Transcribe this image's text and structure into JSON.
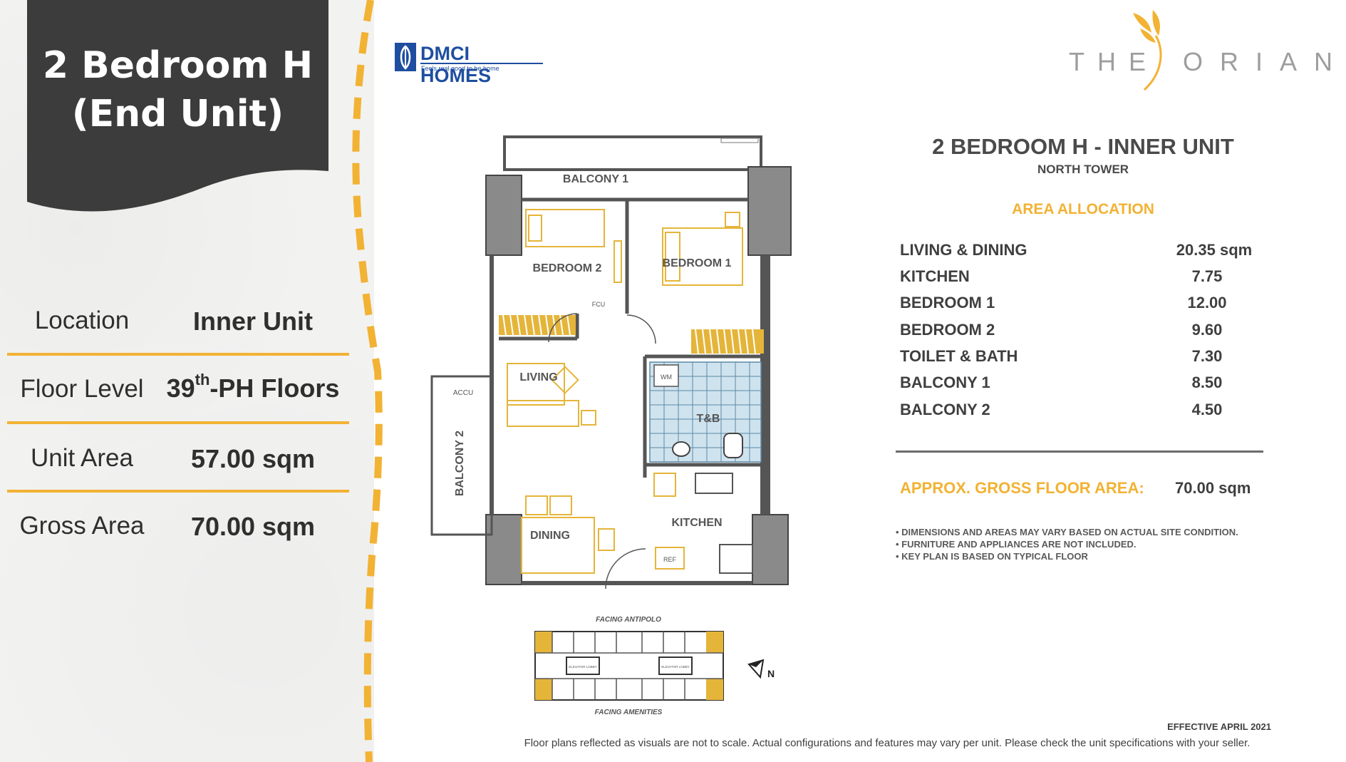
{
  "left_panel": {
    "title_line1": "2 Bedroom H",
    "title_line2": "(End Unit)",
    "specs": [
      {
        "label": "Location",
        "value": "Inner Unit"
      },
      {
        "label": "Floor Level",
        "value_prefix": "39",
        "value_sup": "th",
        "value_suffix": "-PH Floors"
      },
      {
        "label": "Unit Area",
        "value": "57.00 sqm"
      },
      {
        "label": "Gross Area",
        "value": "70.00 sqm"
      }
    ]
  },
  "brand": {
    "name": "DMCI HOMES",
    "tagline": "Feels real good to be home"
  },
  "project_logo": {
    "word1": "THE",
    "word2": "ORIANA"
  },
  "floorplan_labels": {
    "balcony1": "BALCONY 1",
    "balcony2": "BALCONY 2",
    "bedroom1": "BEDROOM 1",
    "bedroom2": "BEDROOM 2",
    "living": "LIVING",
    "dining": "DINING",
    "kitchen": "KITCHEN",
    "tb": "T&B",
    "accu": "ACCU",
    "fcu": "FCU",
    "wm": "WM",
    "ref": "REF"
  },
  "keyplan": {
    "top_label": "FACING ANTIPOLO",
    "bottom_label": "FACING AMENITIES",
    "north": "N",
    "lobby": "ELEVATOR LOBBY"
  },
  "info": {
    "title": "2 BEDROOM H - INNER UNIT",
    "subtitle": "NORTH TOWER",
    "area_heading": "AREA ALLOCATION",
    "areas": [
      {
        "name": "LIVING & DINING",
        "value": "20.35 sqm"
      },
      {
        "name": "KITCHEN",
        "value": "7.75"
      },
      {
        "name": "BEDROOM 1",
        "value": "12.00"
      },
      {
        "name": "BEDROOM 2",
        "value": "9.60"
      },
      {
        "name": "TOILET & BATH",
        "value": "7.30"
      },
      {
        "name": "BALCONY 1",
        "value": "8.50"
      },
      {
        "name": "BALCONY 2",
        "value": "4.50"
      }
    ],
    "gross_label": "APPROX. GROSS FLOOR AREA:",
    "gross_value": "70.00 sqm",
    "notes": [
      "• DIMENSIONS AND AREAS MAY VARY BASED ON ACTUAL SITE CONDITION.",
      "• FURNITURE AND APPLIANCES ARE NOT INCLUDED.",
      "• KEY PLAN IS BASED ON TYPICAL FLOOR"
    ],
    "effective": "EFFECTIVE APRIL 2021",
    "disclaimer": "Floor plans reflected as visuals are not to scale. Actual configurations and features may vary per unit. Please check the unit specifications with your seller."
  },
  "colors": {
    "accent": "#f2b233",
    "dark_panel": "#3c3c3c",
    "brand_blue": "#1e4ea0",
    "text": "#3f3f3f"
  }
}
